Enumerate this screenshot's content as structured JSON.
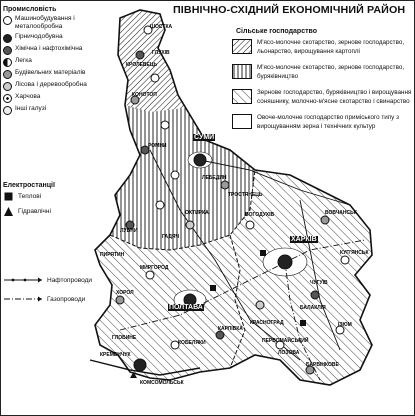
{
  "title": "ПІВНІЧНО-СХІДНИЙ ЕКОНОМІЧНИЙ РАЙОН",
  "industry_legend": {
    "heading": "Промисловість",
    "items": [
      {
        "label": "Машинобудування і металообробна",
        "icon": "machine-building-icon",
        "color": "#ffffff"
      },
      {
        "label": "Гірничодобувна",
        "icon": "mining-icon",
        "color": "#222222"
      },
      {
        "label": "Хімічна і нафтохімічна",
        "icon": "chemical-icon",
        "color": "#555555"
      },
      {
        "label": "Легка",
        "icon": "light-industry-icon",
        "color": "#ffffff"
      },
      {
        "label": "Будівельних матеріалів",
        "icon": "building-materials-icon",
        "color": "#999999"
      },
      {
        "label": "Лісова і деревообробна",
        "icon": "forestry-icon",
        "color": "#cccccc"
      },
      {
        "label": "Харчова",
        "icon": "food-icon",
        "color": "#ffffff"
      },
      {
        "label": "Інші галузі",
        "icon": "other-industry-icon",
        "color": "#eeeeee"
      }
    ]
  },
  "power_legend": {
    "heading": "Електростанції",
    "items": [
      {
        "label": "Теплові",
        "icon": "thermal-plant-icon"
      },
      {
        "label": "Гідравлічні",
        "icon": "hydro-plant-icon"
      }
    ]
  },
  "pipeline_legend": {
    "items": [
      {
        "label": "Нафтопроводи",
        "icon": "oil-pipeline-icon"
      },
      {
        "label": "Газопроводи",
        "icon": "gas-pipeline-icon"
      }
    ]
  },
  "agriculture_legend": {
    "heading": "Сільське господарство",
    "items": [
      {
        "label": "М'ясо-молочне скотарство, зернове господарство, льонарство, вирощування картоплі",
        "pattern": "diag-dense"
      },
      {
        "label": "М'ясо-молочне скотарство, зернове господарство, буряківництво",
        "pattern": "vertical"
      },
      {
        "label": "Зернове господарство, буряківництво і вирощування соняшнику, молочно-м'ясне скотарство і свинарство",
        "pattern": "diag-sparse"
      },
      {
        "label": "Овоче-молочне господарство приміського типу з вирощуванням зерна і технічних культур",
        "pattern": "plain"
      }
    ]
  },
  "cities": {
    "sumy": "СУМИ",
    "poltava": "ПОЛТАВА",
    "kharkiv": "ХАРКІВ"
  },
  "places": {
    "shostka": "ШОСТКА",
    "hlukhiv": "ГЛУХІВ",
    "konotop": "КОНОТОП",
    "krolevets": "КРОЛЕВЕЦЬ",
    "romny": "РОМНИ",
    "lebedyn": "ЛЕБЕДИН",
    "okhtyrka": "ОХТИРКА",
    "trostianets": "ТРОСТЯНЕЦЬ",
    "lubny": "ЛУБНИ",
    "myrhorod": "МИРГОРОД",
    "hadiach": "ГАДЯЧ",
    "pyriatyn": "ПИРЯТИН",
    "bohodukhiv": "БОГОДУХІВ",
    "kupiansk": "КУП'ЯНСЬК",
    "chuhuiv": "ЧУГУЇВ",
    "vovchansk": "ВОВЧАНСЬК",
    "izium": "ІЗЮМ",
    "balakliia": "БАЛАКЛІЯ",
    "lozova": "ЛОЗОВА",
    "krasnohrad": "КРАСНОГРАД",
    "barvinkove": "БАРВІНКОВЕ",
    "kremenchuk": "КРЕМЕНЧУК",
    "komsomolsk": "КОМСОМОЛЬСЬК",
    "karlivka": "КАРЛІВКА",
    "kobeliaky": "КОБЕЛЯКИ",
    "khorol": "ХОРОЛ",
    "hlobyne": "ГЛОБИНЕ",
    "pervomaiskyi": "ПЕРВОМАЙСЬКИЙ"
  }
}
